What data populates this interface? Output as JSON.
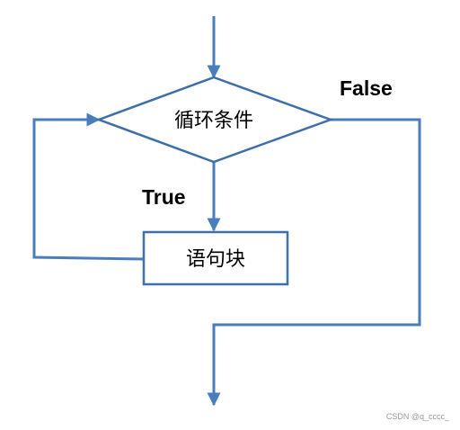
{
  "diagram": {
    "decision": "循环条件",
    "process": "语句块",
    "true_label": "True",
    "false_label": "False"
  },
  "watermark": "CSDN @q_cccc_",
  "colors": {
    "line": "#4a7ebb",
    "shape_border": "#3f6fa8"
  }
}
